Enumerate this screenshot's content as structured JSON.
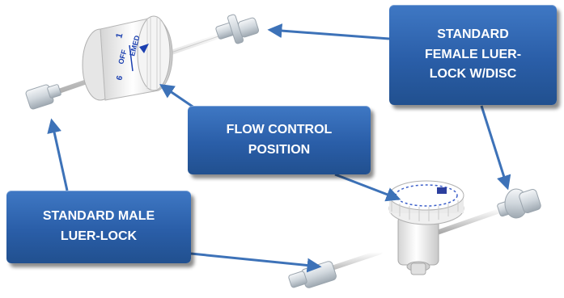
{
  "callouts": {
    "female_luer": {
      "lines": [
        "STANDARD",
        "FEMALE LUER-",
        "LOCK W/DISC"
      ]
    },
    "flow_control": {
      "lines": [
        "FLOW CONTROL",
        "POSITION"
      ]
    },
    "male_luer": {
      "lines": [
        "STANDARD MALE",
        "LUER-LOCK"
      ]
    }
  },
  "dial_labels": {
    "off": "OFF",
    "emed": "EMED",
    "one": "1",
    "six": "6"
  },
  "colors": {
    "callout_blue": "#2a5ea8",
    "arrow_blue": "#3d72b8",
    "dial_text_blue": "#1a3fb0",
    "device_white": "#f2f2f2"
  }
}
